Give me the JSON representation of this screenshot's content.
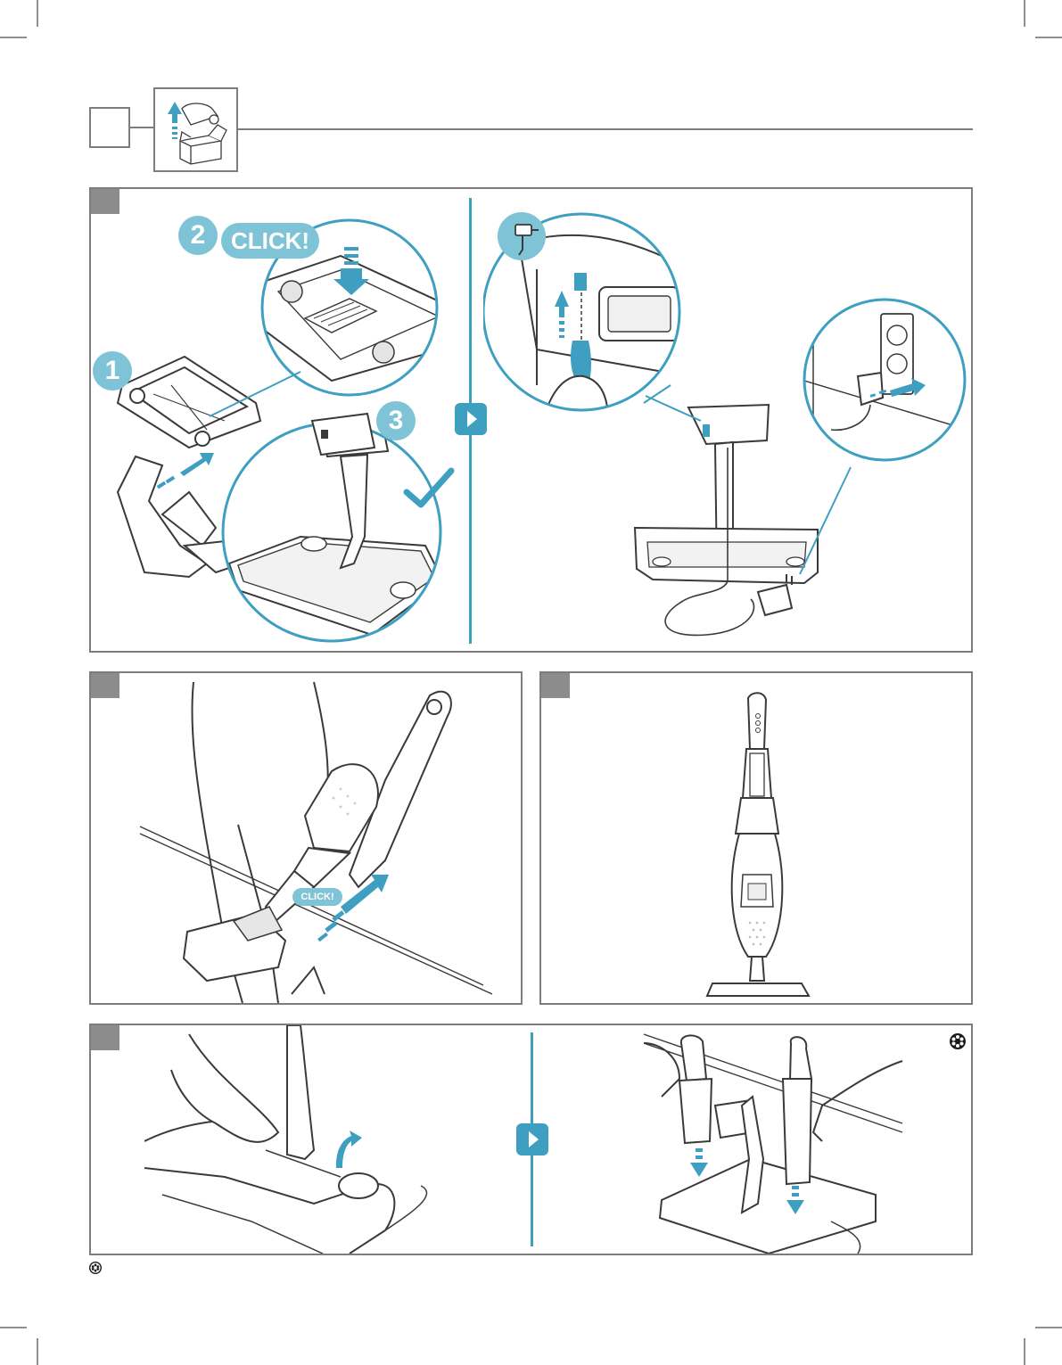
{
  "labels": {
    "click_large": "CLICK!",
    "click_small": "CLICK!"
  },
  "steps": {
    "one": "1",
    "two": "2",
    "three": "3"
  },
  "colors": {
    "accent": "#3e9fc0",
    "accent_light": "#7fc3d6",
    "outline": "#3a3a3a",
    "panel_border": "#7d7d7d",
    "tab": "#8c8c8c",
    "floor": "#e6e6e6"
  },
  "icons": {
    "header": "unbox-product-icon",
    "footnote": "asterisk-flower-icon",
    "next": "play-arrow-icon",
    "check": "checkmark-icon"
  }
}
